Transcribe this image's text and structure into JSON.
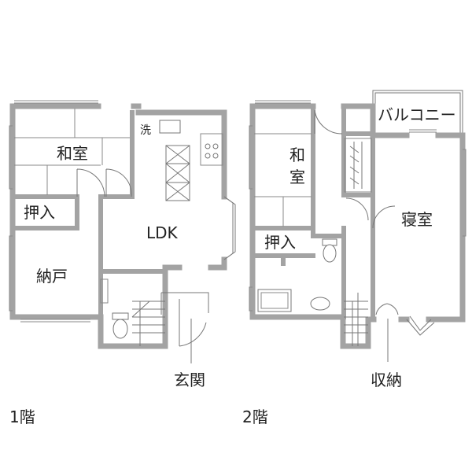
{
  "floor1": {
    "label": "1階",
    "rooms": {
      "washitsu": "和室",
      "oshiire": "押入",
      "ldk": "LDK",
      "nando": "納戸",
      "wash": "洗"
    },
    "callout": "玄関"
  },
  "floor2": {
    "label": "2階",
    "rooms": {
      "washitsu_line1": "和",
      "washitsu_line2": "室",
      "oshiire": "押入",
      "balcony": "バルコニー",
      "shinshitsu": "寝室"
    },
    "callout": "収納"
  },
  "colors": {
    "wall": "#a3a3a3",
    "line": "#777777",
    "text": "#222222"
  }
}
